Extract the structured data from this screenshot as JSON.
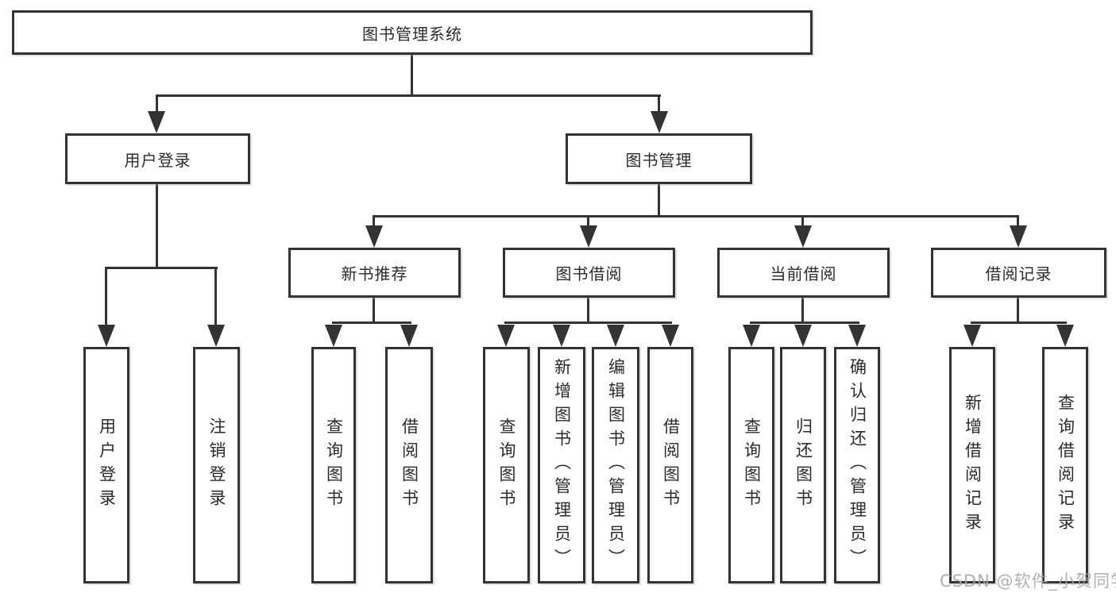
{
  "diagram": {
    "root": {
      "label": "图书管理系统"
    },
    "level2": [
      {
        "label": "用户登录"
      },
      {
        "label": "图书管理"
      }
    ],
    "level3": [
      {
        "label": "新书推荐"
      },
      {
        "label": "图书借阅"
      },
      {
        "label": "当前借阅"
      },
      {
        "label": "借阅记录"
      }
    ],
    "leaves": {
      "user": [
        "用户登录",
        "注销登录"
      ],
      "new_books": [
        "查询图书",
        "借阅图书"
      ],
      "book_borrow": [
        "查询图书",
        "新增图书（管理员）",
        "编辑图书（管理员）",
        "借阅图书"
      ],
      "current": [
        "查询图书",
        "归还图书",
        "确认归还（管理员）"
      ],
      "records": [
        "新增借阅记录",
        "查询借阅记录"
      ]
    },
    "colors": {
      "line": "#333333",
      "box_border": "#333333",
      "box_fill": "#ffffff",
      "text": "#2b2b2b",
      "watermark": "#a5a5a5"
    },
    "watermark": "CSDN @软件_小贺同学"
  }
}
